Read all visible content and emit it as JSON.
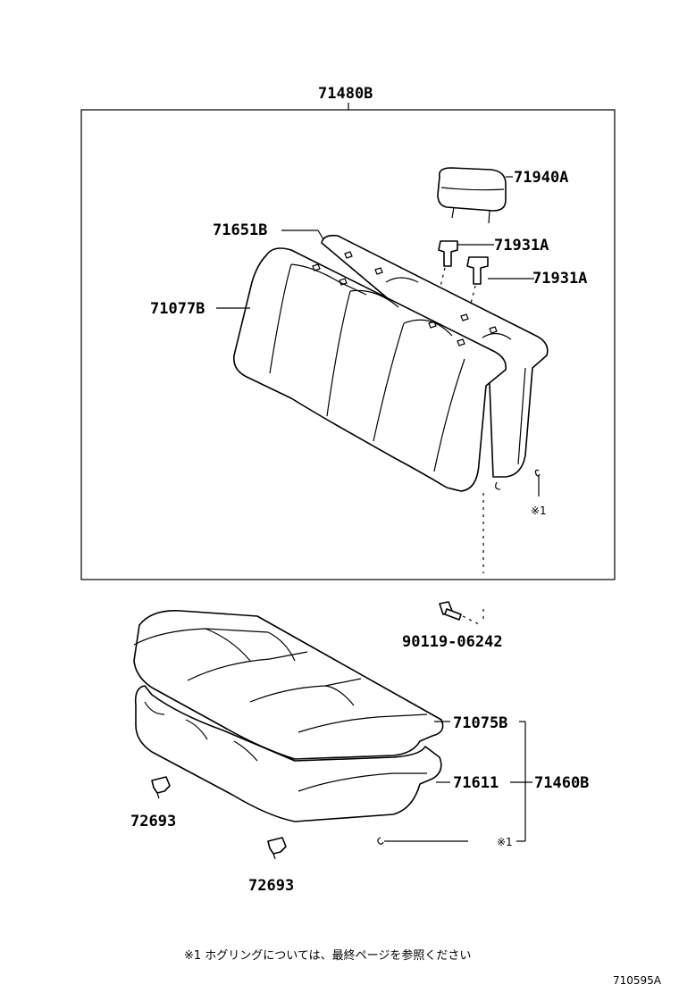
{
  "labels": {
    "assy_back": "71480B",
    "headrest": "71940A",
    "support_1": "71931A",
    "support_2": "71931A",
    "back_pad": "71651B",
    "back_cover": "71077B",
    "note_mark_1": "※1",
    "bolt": "90119-06242",
    "cushion_cover": "71075B",
    "cushion_pad": "71611",
    "assy_cushion": "71460B",
    "note_mark_2": "※1",
    "clip_1": "72693",
    "clip_2": "72693"
  },
  "footnote": "※1  ホグリングについては、最終ページを参照ください",
  "figure_id": "710595A"
}
